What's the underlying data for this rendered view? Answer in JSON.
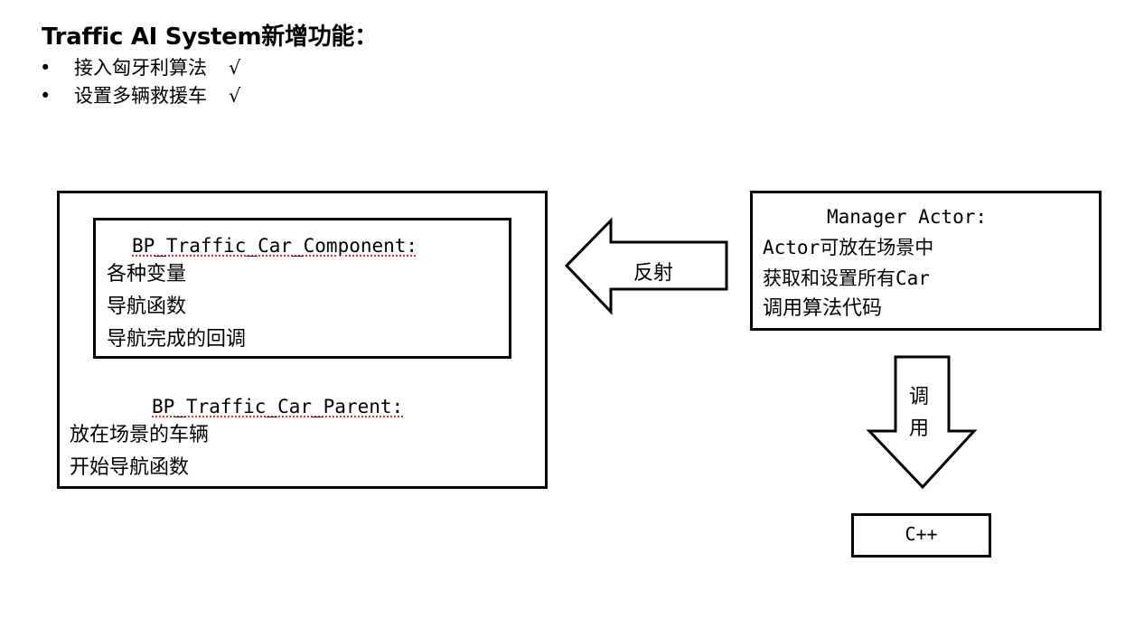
{
  "heading": "Traffic AI System新增功能：",
  "features": [
    {
      "bullet": "•",
      "text": "接入匈牙利算法",
      "mark": "√"
    },
    {
      "bullet": "•",
      "text": "设置多辆救援车",
      "mark": "√"
    }
  ],
  "component_box": {
    "title": "BP_Traffic_Car_Component:",
    "lines": [
      "各种变量",
      "导航函数",
      "导航完成的回调"
    ]
  },
  "parent_box": {
    "title": "BP_Traffic_Car_Parent:",
    "lines": [
      "放在场景的车辆",
      "开始导航函数"
    ]
  },
  "manager_box": {
    "title": "Manager Actor:",
    "lines": [
      "Actor可放在场景中",
      "获取和设置所有Car",
      "调用算法代码"
    ]
  },
  "reflect_arrow_label": "反射",
  "call_arrow_label": [
    "调",
    "用"
  ],
  "cpp_box_label": "C++"
}
